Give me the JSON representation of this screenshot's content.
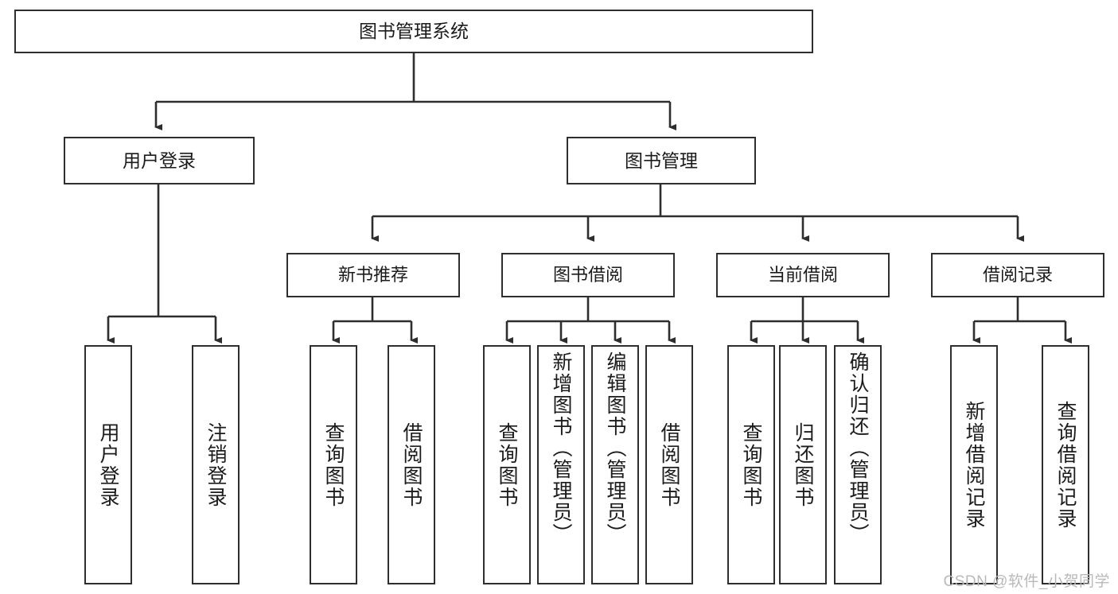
{
  "diagram": {
    "title": "图书管理系统",
    "watermark": "CSDN @软件_小贺同学",
    "stroke_color": "#2e2e2e",
    "background_color": "#ffffff",
    "text_color": "#1b1b1b",
    "watermark_color": "#b9b9b9"
  },
  "nodes": {
    "root": {
      "label": "图书管理系统"
    },
    "level1": [
      {
        "label": "用户登录"
      },
      {
        "label": "图书管理"
      }
    ],
    "level2": [
      {
        "label": "新书推荐"
      },
      {
        "label": "图书借阅"
      },
      {
        "label": "当前借阅"
      },
      {
        "label": "借阅记录"
      }
    ],
    "leaves": {
      "user_login": [
        {
          "label": "用户登录"
        },
        {
          "label": "注销登录"
        }
      ],
      "new_book_recommend": [
        {
          "label": "查询图书"
        },
        {
          "label": "借阅图书"
        }
      ],
      "book_borrow": [
        {
          "label": "查询图书"
        },
        {
          "label": "新增图书（管理员）"
        },
        {
          "label": "编辑图书（管理员）"
        },
        {
          "label": "借阅图书"
        }
      ],
      "current_borrow": [
        {
          "label": "查询图书"
        },
        {
          "label": "归还图书"
        },
        {
          "label": "确认归还（管理员）"
        }
      ],
      "borrow_record": [
        {
          "label": "新增借阅记录"
        },
        {
          "label": "查询借阅记录"
        }
      ]
    }
  },
  "chart_data": {
    "type": "tree-diagram",
    "title": "图书管理系统",
    "root": "图书管理系统",
    "hierarchy": [
      {
        "name": "用户登录",
        "children": [
          "用户登录",
          "注销登录"
        ]
      },
      {
        "name": "图书管理",
        "children": [
          {
            "name": "新书推荐",
            "children": [
              "查询图书",
              "借阅图书"
            ]
          },
          {
            "name": "图书借阅",
            "children": [
              "查询图书",
              "新增图书（管理员）",
              "编辑图书（管理员）",
              "借阅图书"
            ]
          },
          {
            "name": "当前借阅",
            "children": [
              "查询图书",
              "归还图书",
              "确认归还（管理员）"
            ]
          },
          {
            "name": "借阅记录",
            "children": [
              "新增借阅记录",
              "查询借阅记录"
            ]
          }
        ]
      }
    ]
  }
}
